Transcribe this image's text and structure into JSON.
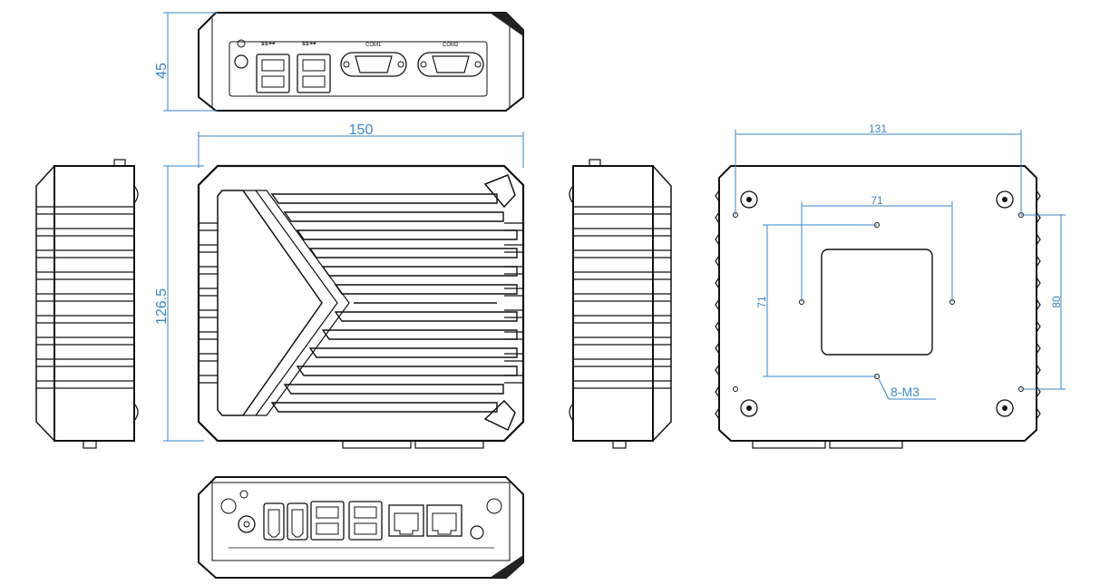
{
  "dimensions": {
    "height_front": "45",
    "width_top": "150",
    "depth_top": "126.5",
    "mount_span_width": "131",
    "vesa_width": "71",
    "vesa_height": "71",
    "mount_span_depth": "80",
    "screw_spec": "8-M3"
  },
  "front_panel": {
    "port_labels": [
      "COM1",
      "COM2"
    ]
  },
  "colors": {
    "dimension": "#3a86c8",
    "outline": "#111111"
  }
}
